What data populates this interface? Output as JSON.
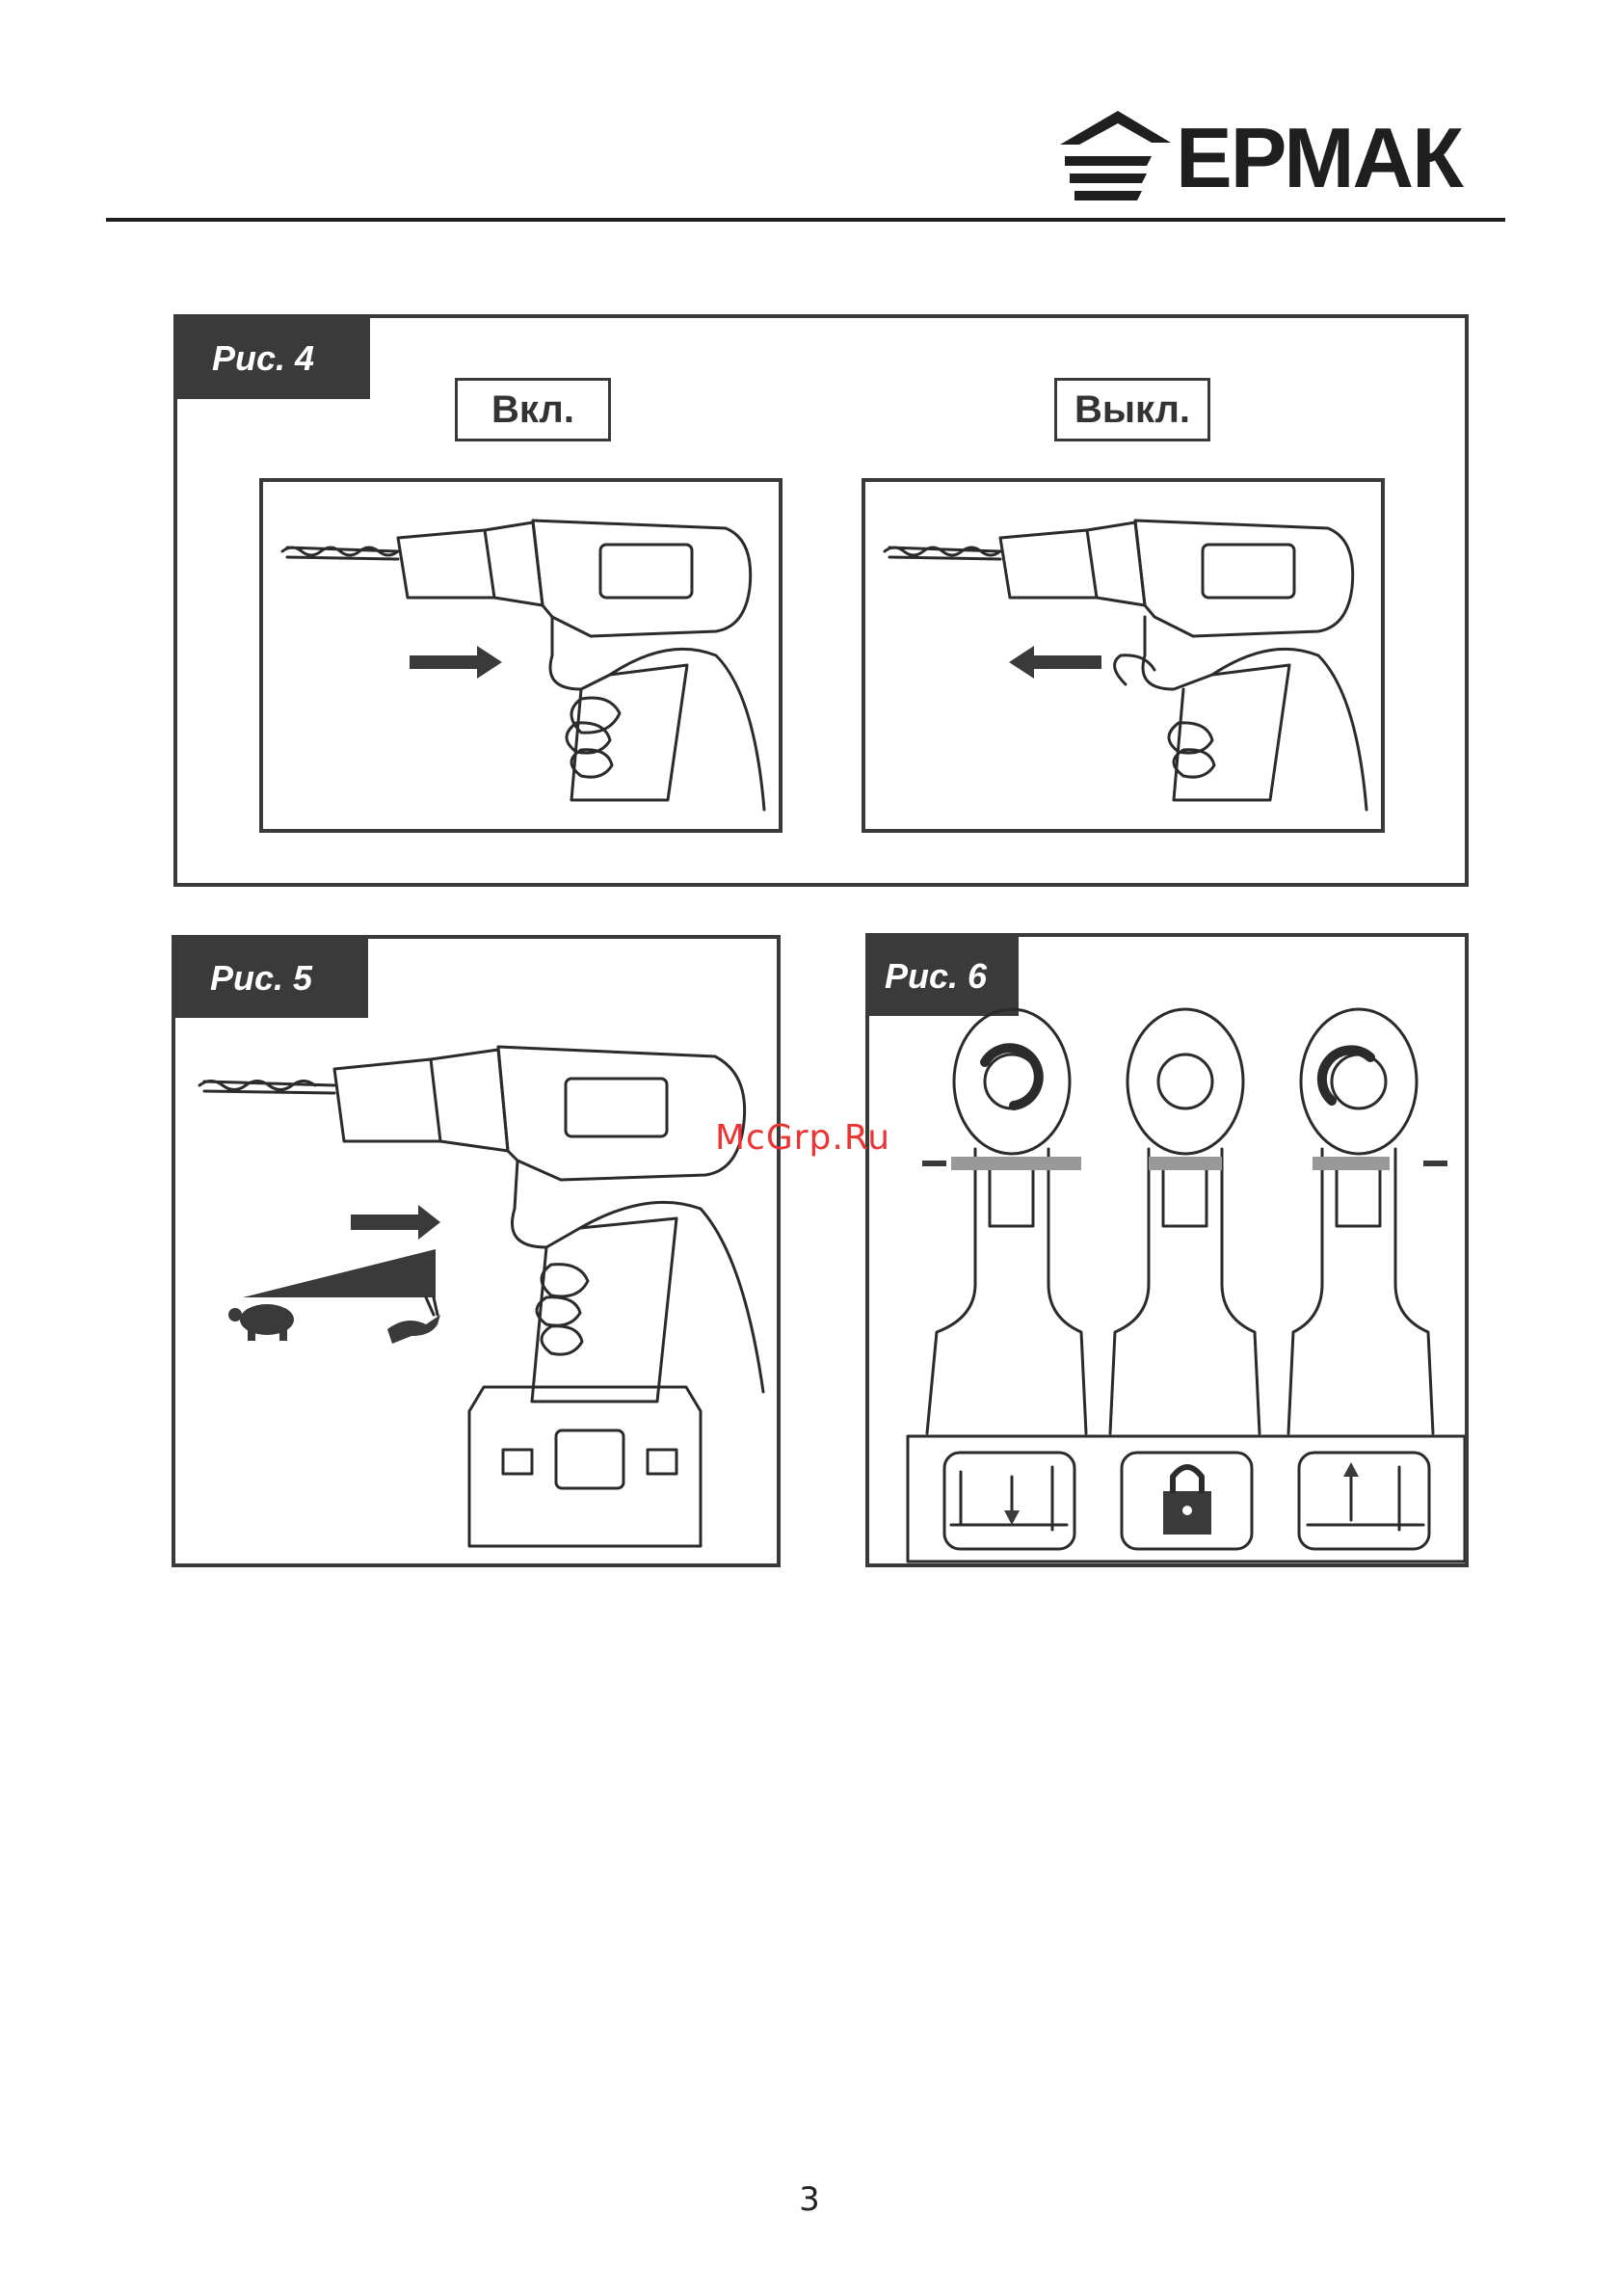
{
  "brand": {
    "logo_text": "ЕРМАК"
  },
  "fig4": {
    "tab": "Рис. 4",
    "on_label": "Вкл.",
    "off_label": "Выкл."
  },
  "fig5": {
    "tab": "Рис. 5"
  },
  "fig6": {
    "tab": "Рис. 6"
  },
  "watermark": "McGrp.Ru",
  "page_number": "3"
}
